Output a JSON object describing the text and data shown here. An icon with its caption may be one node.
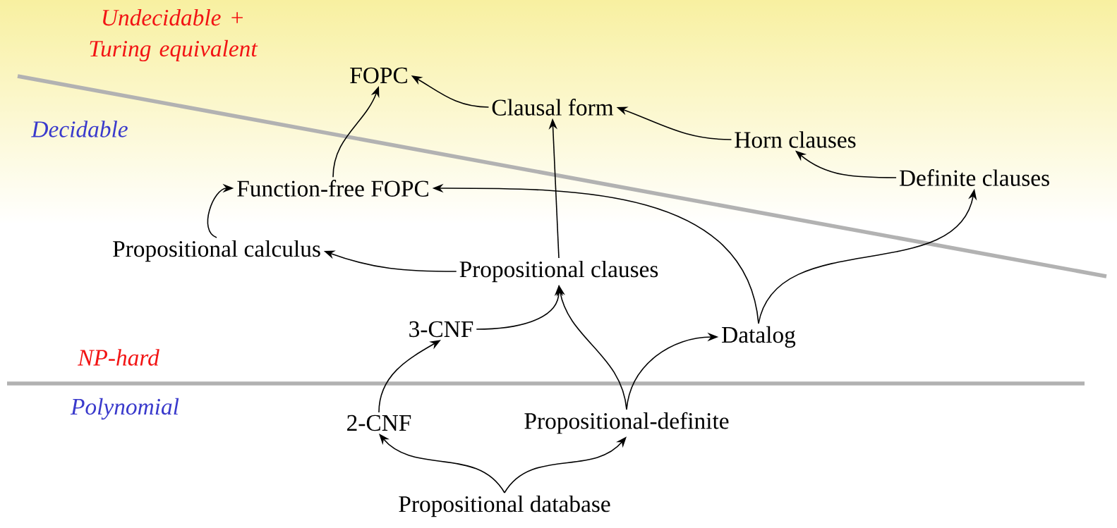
{
  "diagram": {
    "nodes": [
      {
        "text": [
          "FOPC"
        ]
      },
      {
        "text": [
          "Clausal form"
        ]
      },
      {
        "text": [
          "Horn clauses"
        ]
      },
      {
        "text": [
          "Definite clauses"
        ]
      },
      {
        "text": [
          "Function-free FOPC"
        ]
      },
      {
        "text": [
          "Propositional calculus"
        ]
      },
      {
        "text": [
          "Propositional clauses"
        ]
      },
      {
        "text": [
          "3-CNF"
        ]
      },
      {
        "text": [
          "Datalog"
        ]
      },
      {
        "text": [
          "2-CNF"
        ]
      },
      {
        "text": [
          "Propositional-definite"
        ]
      },
      {
        "text": [
          "Propositional database"
        ]
      }
    ],
    "edges": [
      {
        "from": 1,
        "to": 0,
        "arrow": "to"
      },
      {
        "from": 2,
        "to": 1,
        "arrow": "to"
      },
      {
        "from": 3,
        "to": 2,
        "arrow": "to"
      },
      {
        "from": 4,
        "to": 0,
        "arrow": "to"
      },
      {
        "from": 5,
        "to": 4,
        "arrow": "to"
      },
      {
        "from": 6,
        "to": 5,
        "arrow": "to"
      },
      {
        "from": 6,
        "to": 1,
        "arrow": "to"
      },
      {
        "from": 7,
        "to": 6,
        "arrow": "to"
      },
      {
        "from": 8,
        "to": 4,
        "arrow": "to"
      },
      {
        "from": 8,
        "to": 3,
        "arrow": "to"
      },
      {
        "from": 9,
        "to": 7,
        "arrow": "to"
      },
      {
        "from": 10,
        "to": 6,
        "arrow": "to"
      },
      {
        "from": 10,
        "to": 8,
        "arrow": "to"
      },
      {
        "from": 11,
        "to": 9,
        "arrow": "to"
      },
      {
        "from": 11,
        "to": 10,
        "arrow": "to"
      }
    ],
    "labels": [
      "Undecidable + Turing equivalent",
      "Decidable",
      "NP-hard",
      "Polynomial"
    ]
  }
}
